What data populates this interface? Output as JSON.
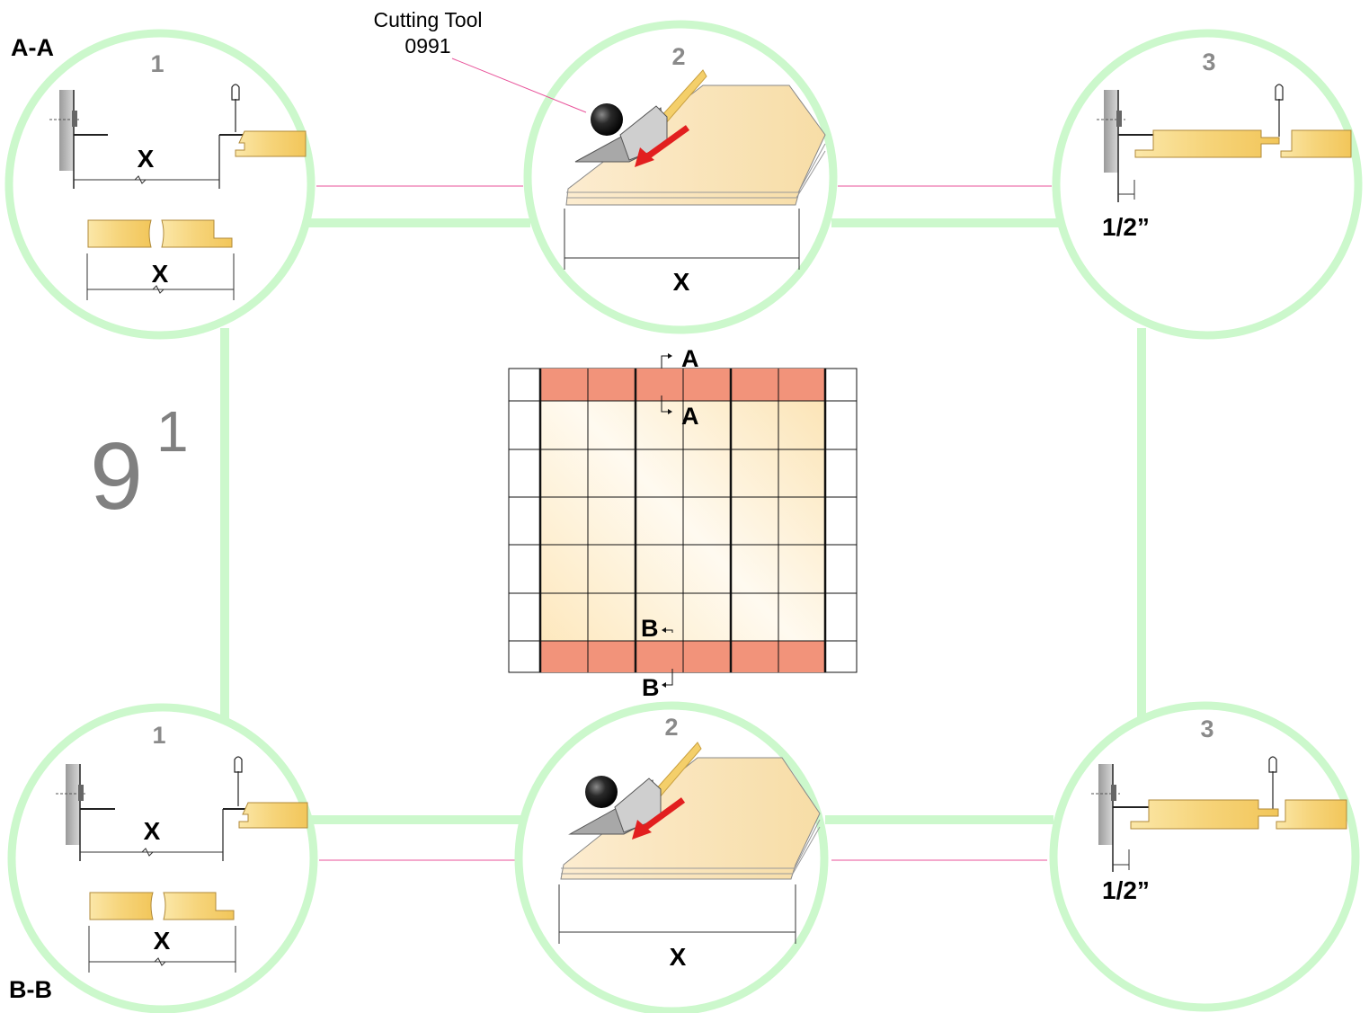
{
  "section_labels": {
    "top": "A-A",
    "bottom": "B-B"
  },
  "tool_callout": {
    "line1": "Cutting Tool",
    "line2": "0991"
  },
  "page_number": {
    "main": "9",
    "sup": "1"
  },
  "steps": {
    "top": [
      "1",
      "2",
      "3"
    ],
    "bottom": [
      "1",
      "2",
      "3"
    ]
  },
  "dimension_labels": {
    "x": "X",
    "gap": "1/2”"
  },
  "cut_marks": {
    "a": "A",
    "b": "B"
  },
  "colors": {
    "ring": "#ccf8cc",
    "border_row": "#f2937a",
    "panel_light": "#fdf4dd",
    "panel_dark": "#f6d883",
    "callout_line": "#e8529a",
    "arrow_red": "#e21f1f"
  }
}
